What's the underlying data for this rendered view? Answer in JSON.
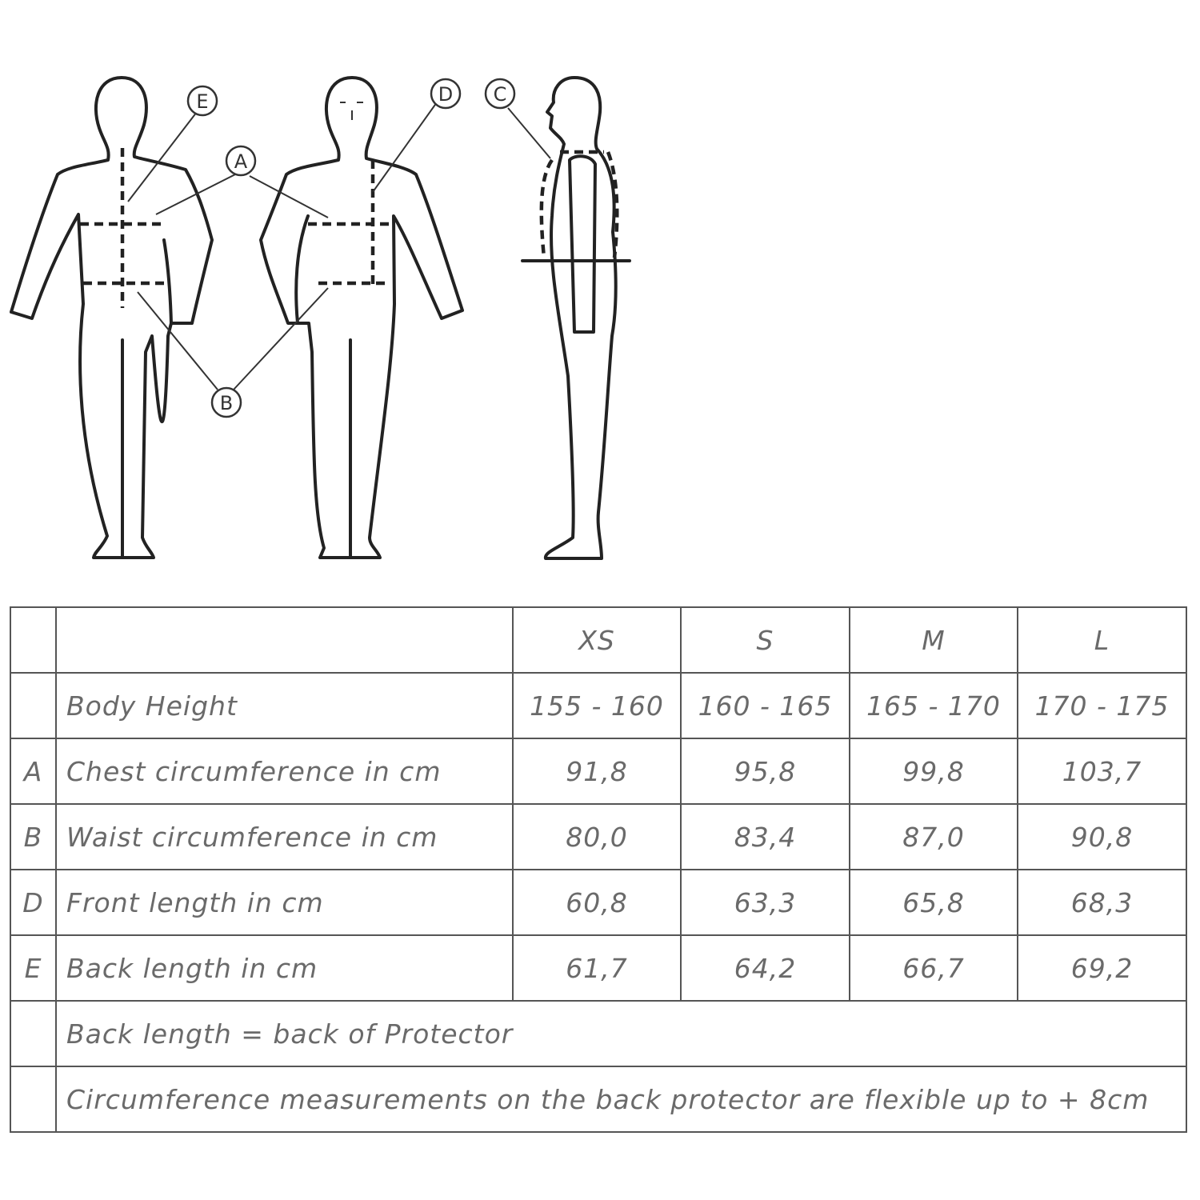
{
  "figure": {
    "markers": [
      "E",
      "A",
      "D",
      "C",
      "B"
    ]
  },
  "table": {
    "header": [
      "",
      "",
      "XS",
      "S",
      "M",
      "L"
    ],
    "rows": [
      {
        "letter": "",
        "label": "Body Height",
        "values": [
          "155 - 160",
          "160 - 165",
          "165 - 170",
          "170 - 175"
        ]
      },
      {
        "letter": "A",
        "label": "Chest circumference in cm",
        "values": [
          "91,8",
          "95,8",
          "99,8",
          "103,7"
        ]
      },
      {
        "letter": "B",
        "label": "Waist circumference in cm",
        "values": [
          "80,0",
          "83,4",
          "87,0",
          "90,8"
        ]
      },
      {
        "letter": "D",
        "label": "Front length in cm",
        "values": [
          "60,8",
          "63,3",
          "65,8",
          "68,3"
        ]
      },
      {
        "letter": "E",
        "label": "Back length in cm",
        "values": [
          "61,7",
          "64,2",
          "66,7",
          "69,2"
        ]
      }
    ],
    "notes": [
      "Back length = back of Protector",
      "Circumference measurements on the back protector are flexible up to + 8cm"
    ]
  }
}
